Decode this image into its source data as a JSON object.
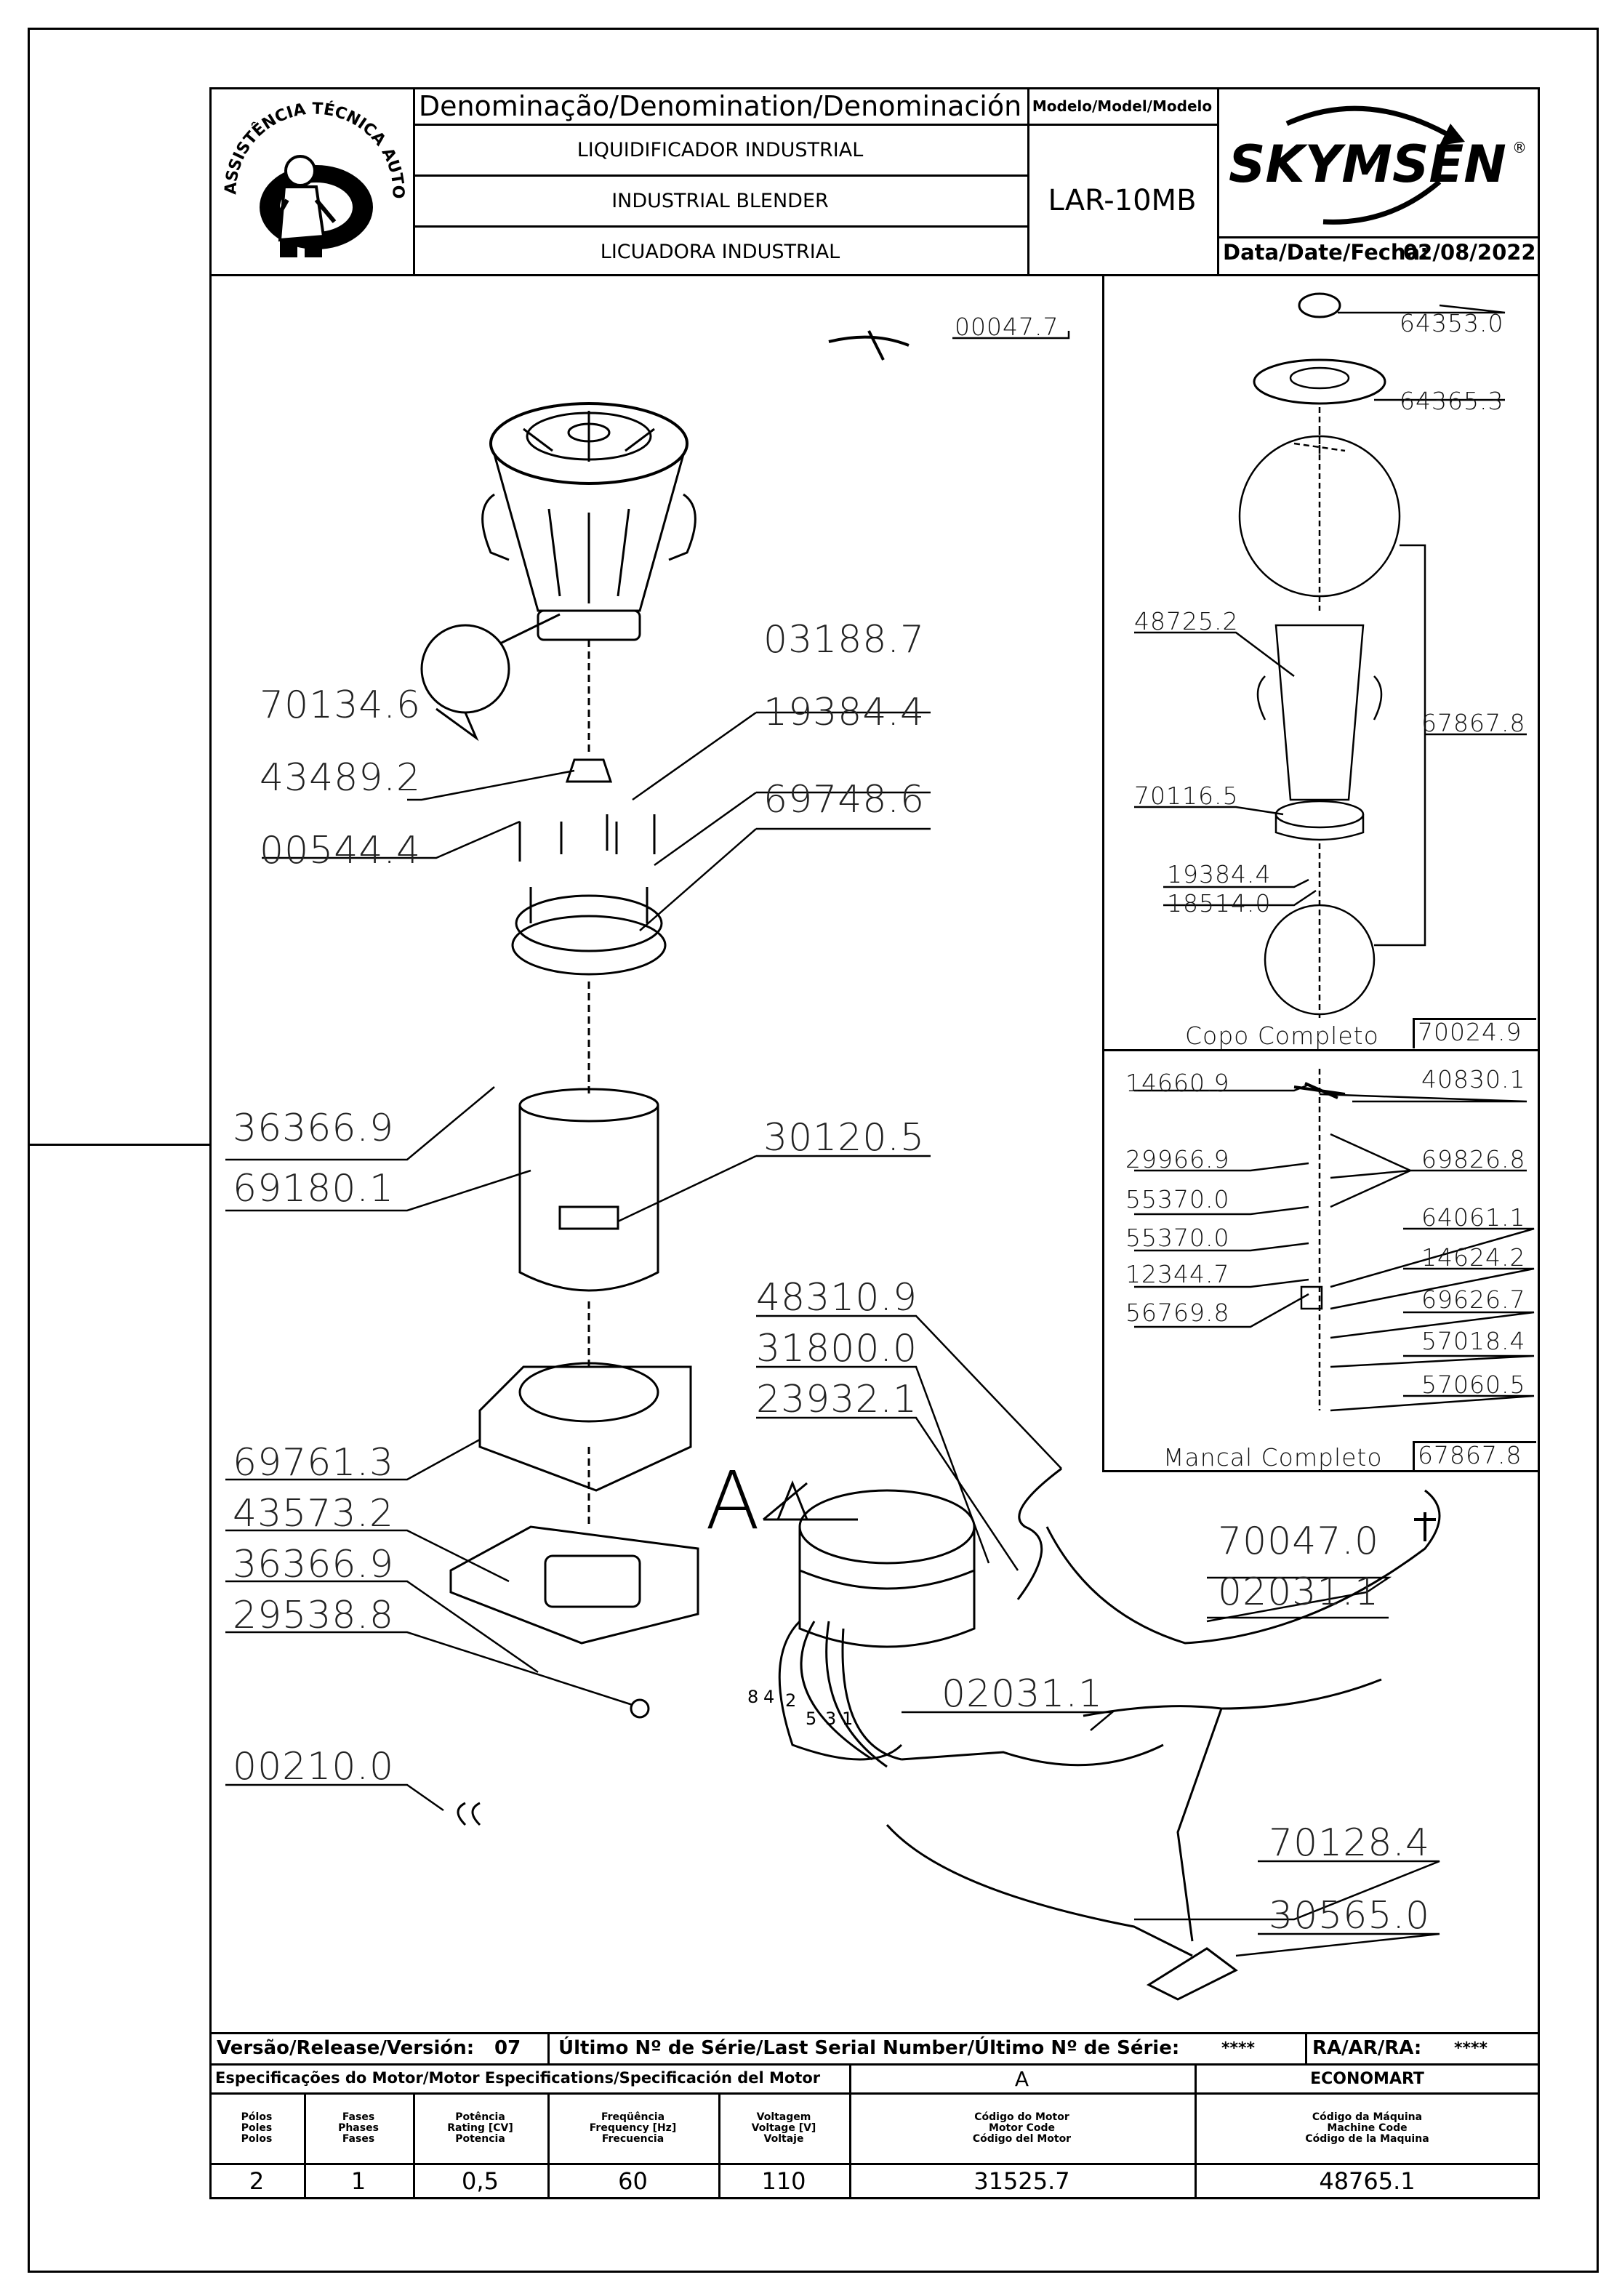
{
  "header": {
    "logo_ring_text": "ASSISTÊNCIA TÉCNICA AUTORIZADA",
    "denomination_title": "Denominação/Denomination/Denominación",
    "names": [
      "LIQUIDIFICADOR INDUSTRIAL",
      "INDUSTRIAL BLENDER",
      "LICUADORA INDUSTRIAL"
    ],
    "model_title": "Modelo/Model/Modelo",
    "model": "LAR-10MB",
    "brand": "SKYMSEN",
    "brand_mark": "®",
    "date_label": "Data/Date/Fecha:",
    "date": "02/08/2022"
  },
  "main_parts": {
    "logo_part": "00047.7",
    "cup": "70134.6",
    "coupling": "43489.2",
    "screws": "00544.4",
    "p03188": "03188.7",
    "p19384": "19384.4",
    "p69748": "69748.6",
    "p36366a": "36366.9",
    "p69180": "69180.1",
    "p30120": "30120.5",
    "p48310": "48310.9",
    "p31800": "31800.0",
    "p23932": "23932.1",
    "p69761": "69761.3",
    "p43573": "43573.2",
    "p36366b": "36366.9",
    "p29538": "29538.8",
    "p00210": "00210.0",
    "motor_letter": "A",
    "p70047": "70047.0",
    "p02031a": "02031.1",
    "p02031b": "02031.1",
    "p70128": "70128.4",
    "p30565": "30565.0",
    "wire_numbers": [
      "8",
      "4",
      "2",
      "5",
      "3",
      "1"
    ]
  },
  "cup_assembly": {
    "p64353": "64353.0",
    "p64365": "64365.3",
    "p48725": "48725.2",
    "p67867": "67867.8",
    "p70116": "70116.5",
    "p19384": "19384.4",
    "p18514": "18514.0",
    "title": "Copo Completo",
    "code": "70024.9"
  },
  "bearing_assembly": {
    "left": [
      "14660.9",
      "29966.9",
      "55370.0",
      "55370.0",
      "12344.7",
      "56769.8"
    ],
    "right": [
      "40830.1",
      "69826.8",
      "64061.1",
      "14624.2",
      "69626.7",
      "57018.4",
      "57060.5"
    ],
    "title": "Mancal Completo",
    "code": "67867.8"
  },
  "footer": {
    "version_label": "Versão/Release/Versión:",
    "version": "07",
    "serial_label": "Último Nº de Série/Last Serial Number/Último Nº de Série:",
    "serial": "****",
    "ra_label": "RA/AR/RA:",
    "ra": "****",
    "spec_title": "Especificações do Motor/Motor Especifications/Specificación del Motor",
    "motor_letter": "A",
    "dealer": "ECONOMART",
    "columns": [
      {
        "label": "Pólos\nPoles\nPolos",
        "value": "2"
      },
      {
        "label": "Fases\nPhases\nFases",
        "value": "1"
      },
      {
        "label": "Potência\nRating [CV]\nPotencia",
        "value": "0,5"
      },
      {
        "label": "Freqüência\nFrequency [Hz]\nFrecuencia",
        "value": "60"
      },
      {
        "label": "Voltagem\nVoltage [V]\nVoltaje",
        "value": "110"
      },
      {
        "label": "Código do Motor\nMotor Code\nCódigo del Motor",
        "value": "31525.7"
      },
      {
        "label": "Código da Máquina\nMachine Code\nCódigo de la Maquina",
        "value": "48765.1"
      }
    ]
  }
}
